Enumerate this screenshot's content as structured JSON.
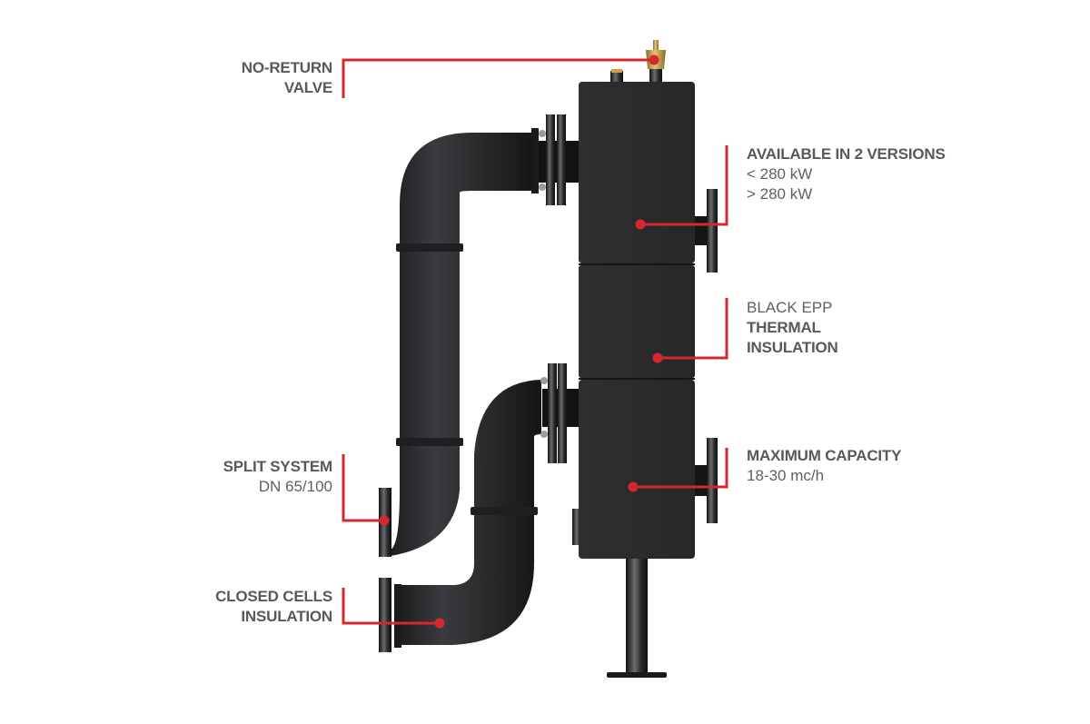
{
  "colors": {
    "accent": "#d7262f",
    "label_text": "#58595b",
    "product_body": "#2a2b2d",
    "brass": "#c9a24a",
    "background": "#ffffff"
  },
  "callouts": [
    {
      "id": "no-return-valve",
      "lines": [
        {
          "text": "NO-RETURN",
          "bold": true
        },
        {
          "text": "VALVE",
          "bold": true
        }
      ]
    },
    {
      "id": "versions",
      "lines": [
        {
          "text": "AVAILABLE IN 2 VERSIONS",
          "bold": true
        },
        {
          "text": "< 280 kW",
          "bold": false
        },
        {
          "text": "> 280 kW",
          "bold": false
        }
      ]
    },
    {
      "id": "insulation",
      "lines": [
        {
          "text": "BLACK EPP",
          "bold": false
        },
        {
          "text": "THERMAL",
          "bold": true
        },
        {
          "text": "INSULATION",
          "bold": true
        }
      ]
    },
    {
      "id": "capacity",
      "lines": [
        {
          "text": "MAXIMUM CAPACITY",
          "bold": true
        },
        {
          "text": "18-30 mc/h",
          "bold": false
        }
      ]
    },
    {
      "id": "split-system",
      "lines": [
        {
          "text": "SPLIT SYSTEM",
          "bold": true
        },
        {
          "text": "DN 65/100",
          "bold": false
        }
      ]
    },
    {
      "id": "closed-cells",
      "lines": [
        {
          "text": "CLOSED CELLS",
          "bold": true
        },
        {
          "text": "INSULATION",
          "bold": true
        }
      ]
    }
  ],
  "product": {
    "name": "hydraulic-separator",
    "components": [
      "air-vent-valve",
      "insulation-shell-top",
      "insulation-shell-middle",
      "insulation-shell-bottom",
      "upper-pipe-bend",
      "lower-pipe-bend",
      "side-flanges",
      "support-leg"
    ]
  }
}
